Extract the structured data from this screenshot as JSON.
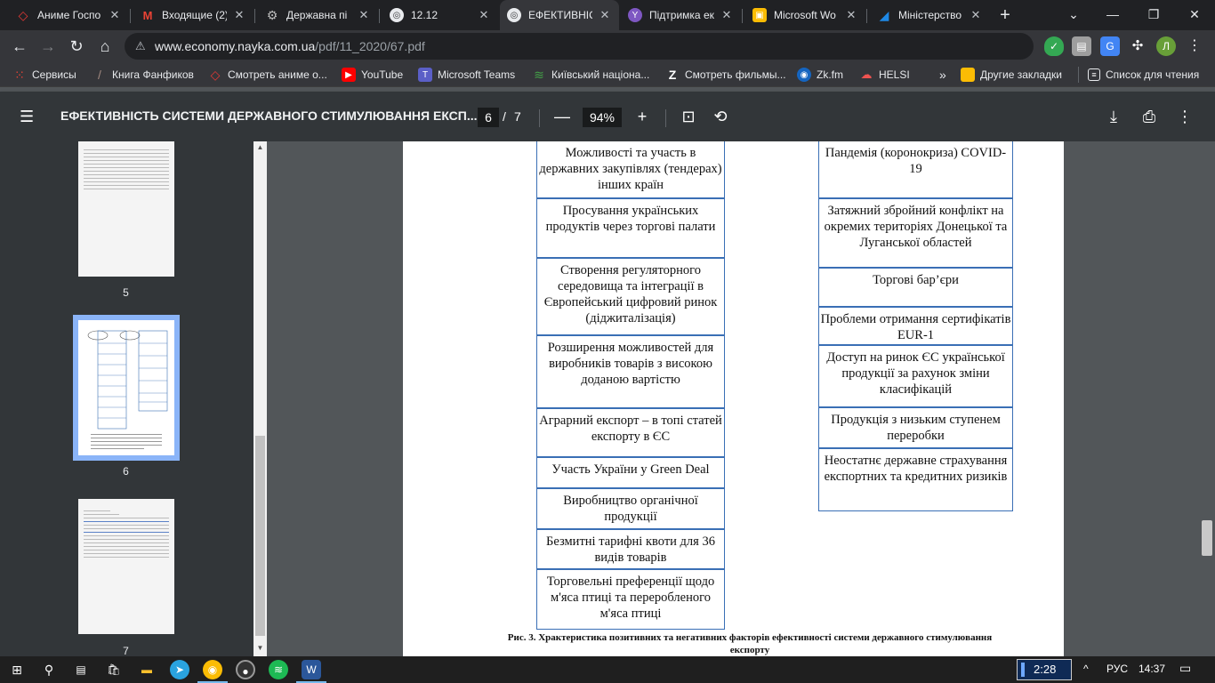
{
  "tabs": [
    {
      "title": "Аниме Госпо",
      "color": "#e53935",
      "glyph": "◇"
    },
    {
      "title": "Входящие (2)",
      "color": "#ea4335",
      "glyph": "M"
    },
    {
      "title": "Державна пі",
      "color": "#9e9e9e",
      "glyph": "⚙"
    },
    {
      "title": "12.12",
      "color": "#e8eaed",
      "glyph": "◎"
    },
    {
      "title": "ЕФЕКТИВНІСТ",
      "color": "#e8eaed",
      "glyph": "◎",
      "active": true
    },
    {
      "title": "Підтримка ек",
      "color": "#7e57c2",
      "glyph": "Ÿ"
    },
    {
      "title": "Microsoft Wo",
      "color": "#fbbc04",
      "glyph": "▣"
    },
    {
      "title": "Міністерство",
      "color": "#1e88e5",
      "glyph": "◢"
    }
  ],
  "url": {
    "host": "www.economy.nayka.com.ua",
    "path": "/pdf/11_2020/67.pdf"
  },
  "bookmarks": [
    {
      "label": "Сервисы",
      "color": "#4285f4",
      "glyph": "⋮"
    },
    {
      "label": "Книга Фанфиков",
      "color": "#8d6e63",
      "glyph": "/"
    },
    {
      "label": "Смотреть аниме о...",
      "color": "#e53935",
      "glyph": "◇"
    },
    {
      "label": "YouTube",
      "color": "#ff0000",
      "glyph": "▶"
    },
    {
      "label": "Microsoft Teams",
      "color": "#5b5fc7",
      "glyph": "T"
    },
    {
      "label": "Київський націона...",
      "color": "#43a047",
      "glyph": "≋"
    },
    {
      "label": "Смотреть фильмы...",
      "color": "#222222",
      "glyph": "Z"
    },
    {
      "label": "Zk.fm",
      "color": "#1565c0",
      "glyph": "◉"
    },
    {
      "label": "HELSI",
      "color": "#607d8b",
      "glyph": "☁"
    }
  ],
  "bookmarks_more": "»",
  "bookmarks_other": "Другие закладки",
  "reading_list": "Список для чтения",
  "profile_initial": "Л",
  "pdf": {
    "title": "ЕФЕКТИВНІСТЬ СИСТЕМИ ДЕРЖАВНОГО СТИМУЛЮВАННЯ ЕКСП...",
    "current_page": "6",
    "separator": "/",
    "total_pages": "7",
    "zoom": "94%"
  },
  "thumbnails": {
    "p5": "5",
    "p6": "6",
    "p7": "7"
  },
  "left_boxes": [
    "Можливості та участь в державних закупівлях (тендерах) інших країн",
    "Просування українських продуктів через торгові палати",
    "Створення регуляторного середовища та інтеграції в Європейський цифровий ринок (діджиталізація)",
    "Розширення можливостей для виробників товарів з високою доданою вартістю",
    "Аграрний експорт – в топі статей експорту в ЄС",
    "Участь України у Green Deal",
    "Виробництво органічної продукції",
    "Безмитні тарифні квоти для 36 видів товарів",
    "Торговельні преференції щодо м'яса птиці та переробленого м'яса птиці"
  ],
  "right_boxes": [
    "Пандемія (коронокриза) COVID-19",
    "Затяжний збройний конфлікт на окремих територіях Донецької та Луганської областей",
    "Торгові бар’єри",
    "Проблеми отримання сертифікатів EUR-1",
    "Доступ на ринок ЄС української продукції за рахунок зміни класифікацій",
    "Продукція з низьким ступенем переробки",
    "Неостатнє державне страхування експортних та кредитних ризиків"
  ],
  "caption": "Рис. 3. Храктеристика позитивних та негативних факторів ефективності системи державного стимулювання експорту",
  "taskbar": {
    "clock_small": "2:28",
    "lang": "РУС",
    "time": "14:37"
  }
}
